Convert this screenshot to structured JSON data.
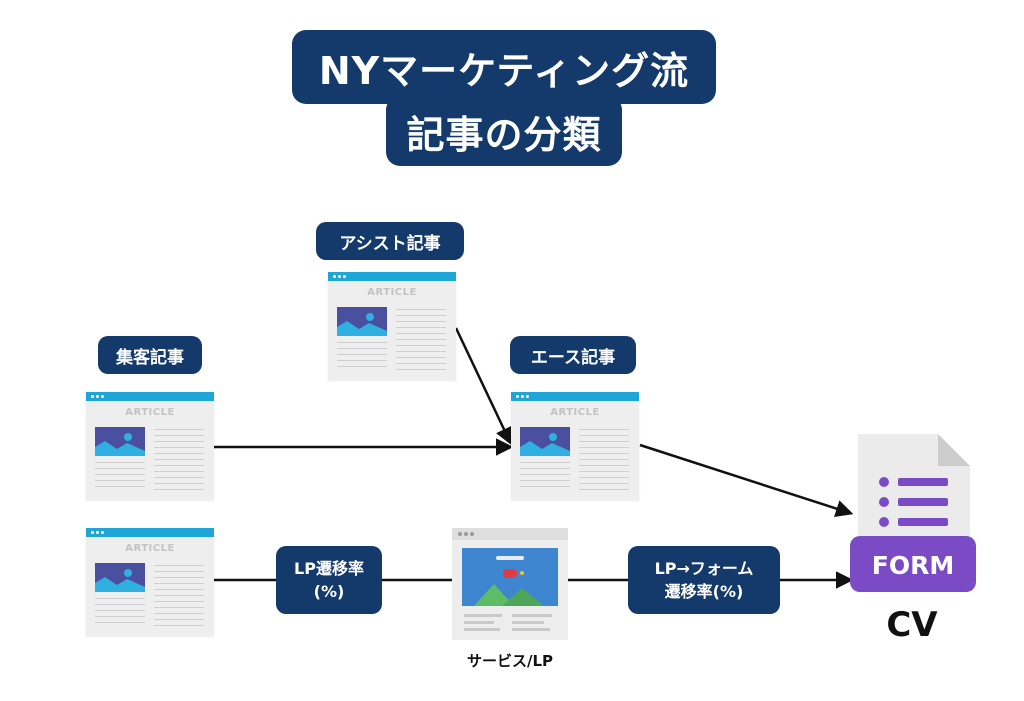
{
  "title": {
    "line1": "NYマーケティング流",
    "line2": "記事の分類"
  },
  "labels": {
    "assist": "アシスト記事",
    "acquisition": "集客記事",
    "ace": "エース記事",
    "lp_rate_line1": "LP遷移率",
    "lp_rate_line2": "(%)",
    "form_rate_line1": "LP→フォーム",
    "form_rate_line2": "遷移率(%)",
    "service_lp": "サービス/LP",
    "cv": "CV"
  },
  "article_card": {
    "label": "ARTICLE"
  },
  "form_icon": {
    "label": "FORM"
  },
  "colors": {
    "navy": "#143a6b",
    "card_bar": "#1fa6d8",
    "form_purple": "#7a4bc5",
    "arrow": "#111111"
  }
}
